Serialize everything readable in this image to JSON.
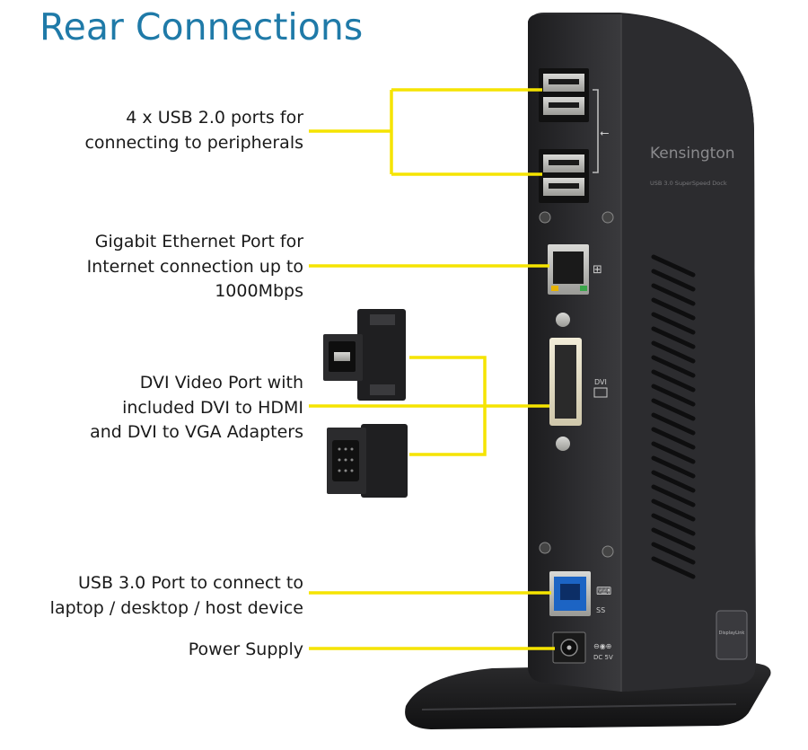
{
  "title": "Rear Connections",
  "labels": {
    "usb2": [
      "4 x USB 2.0 ports for",
      "connecting to peripherals"
    ],
    "ethernet": [
      "Gigabit Ethernet Port for",
      "Internet connection up to",
      "1000Mbps"
    ],
    "dvi": [
      "DVI Video Port with",
      "included DVI to HDMI",
      "and DVI to VGA Adapters"
    ],
    "usb3": [
      "USB 3.0 Port to connect to",
      "laptop / desktop / host device"
    ],
    "power": [
      "Power Supply"
    ]
  },
  "device": {
    "brand": "Kensington",
    "model": "USB 3.0 SuperSpeed Dock",
    "dvi_label": "DVI",
    "usb3_label": "SS",
    "dc_label": "DC 5V",
    "badge": "DisplayLink"
  },
  "colors": {
    "title": "#1f7aa8",
    "callout": "#f5e400",
    "device": "#2a2a2c"
  }
}
